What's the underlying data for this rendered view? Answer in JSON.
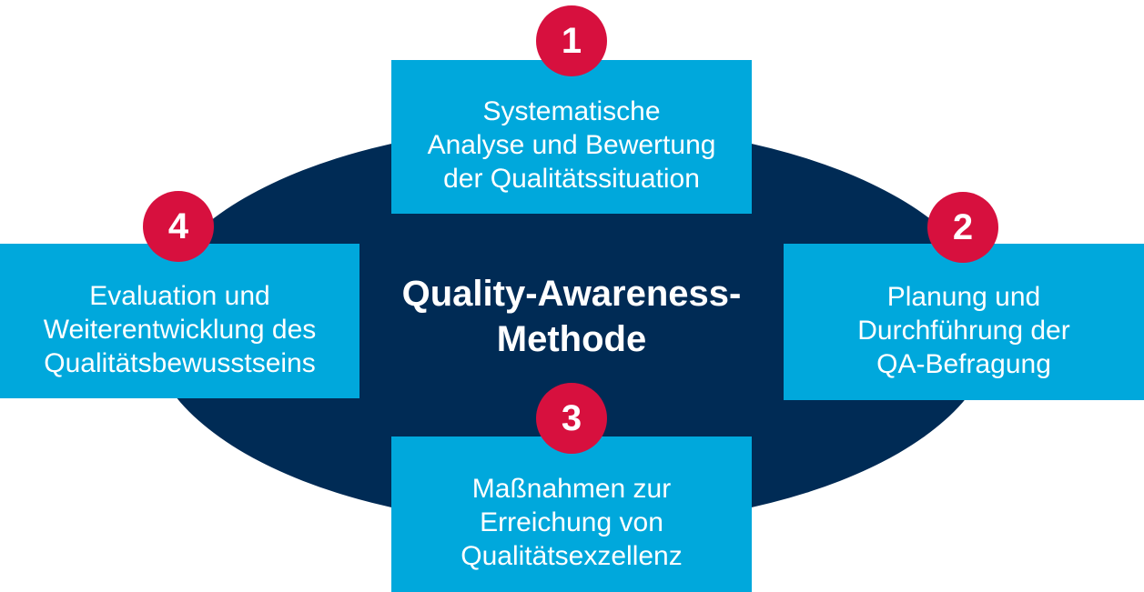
{
  "diagram": {
    "title": {
      "line1": "Quality-Awareness-",
      "line2": "Methode",
      "full": "Quality-Awareness-Methode"
    },
    "colors": {
      "ellipse": "#002B55",
      "box": "#00A8DC",
      "badge": "#D7103E",
      "text": "#FFFFFF"
    },
    "steps": [
      {
        "number": "1",
        "position": "top",
        "lines": [
          "Systematische",
          "Analyse und Bewertung",
          "der Qualitätssituation"
        ]
      },
      {
        "number": "2",
        "position": "right",
        "lines": [
          "Planung und",
          "Durchführung der",
          "QA-Befragung"
        ]
      },
      {
        "number": "3",
        "position": "bottom",
        "lines": [
          "Maßnahmen zur",
          "Erreichung von",
          "Qualitätsexzellenz"
        ]
      },
      {
        "number": "4",
        "position": "left",
        "lines": [
          "Evaluation und",
          "Weiterentwicklung des",
          "Qualitätsbewusstseins"
        ]
      }
    ]
  }
}
